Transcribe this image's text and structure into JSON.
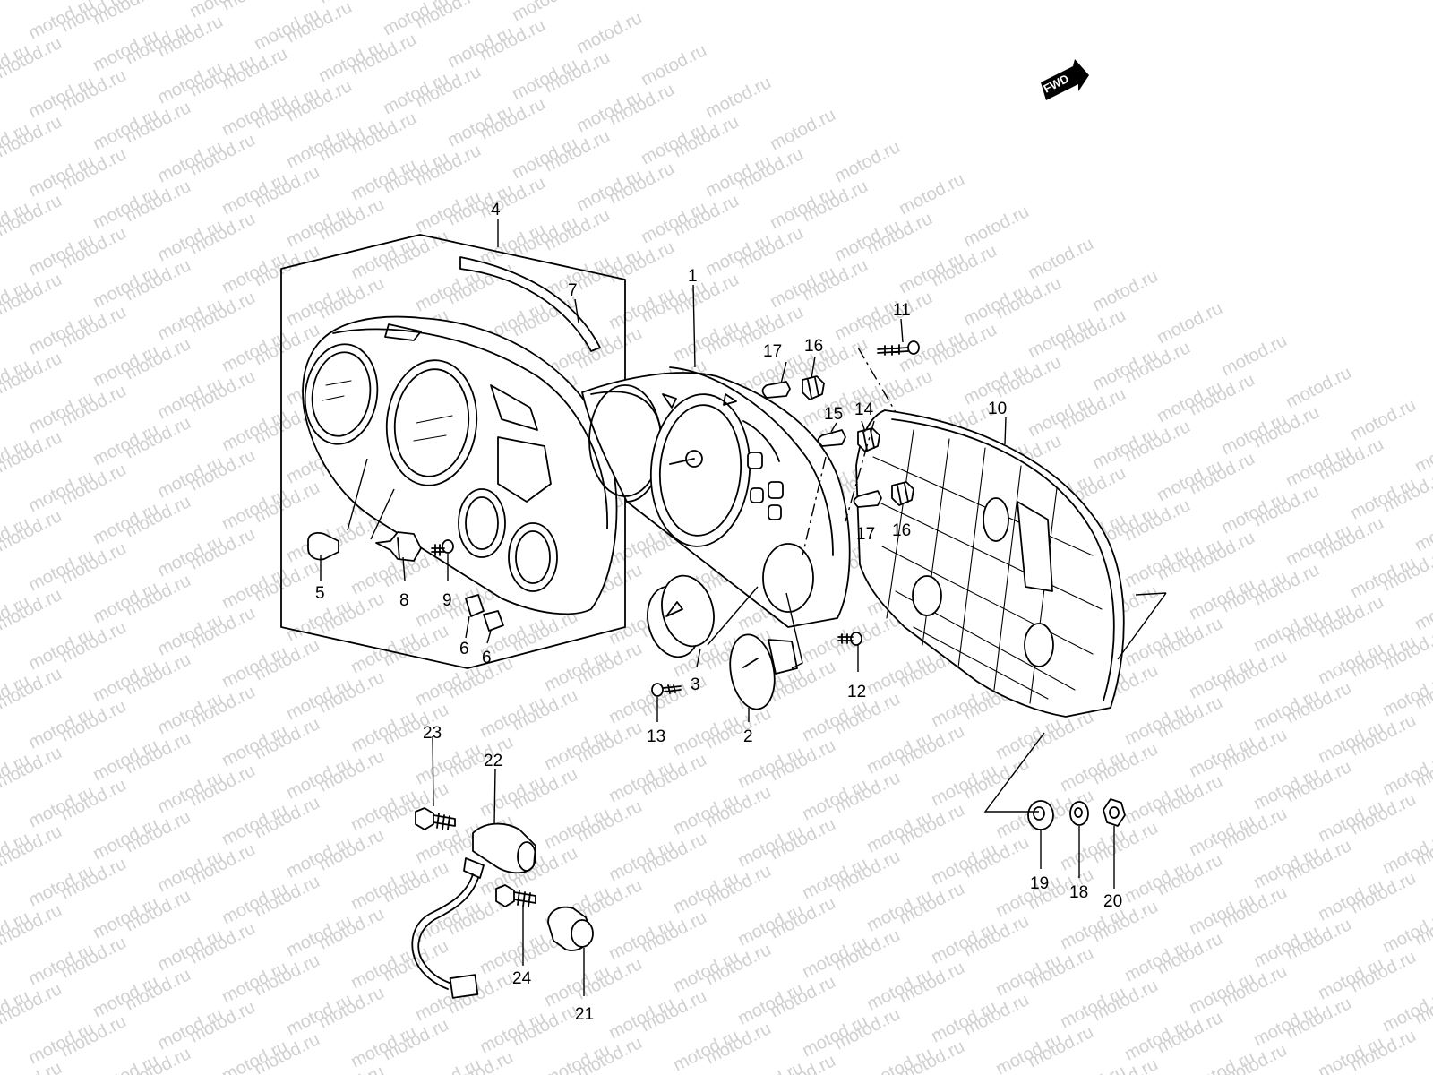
{
  "watermark": "motod.ru",
  "fwd_label": "FWD",
  "callouts": [
    "1",
    "2",
    "3",
    "4",
    "5",
    "6",
    "6",
    "7",
    "8",
    "9",
    "10",
    "11",
    "12",
    "13",
    "14",
    "15",
    "16",
    "16",
    "17",
    "17",
    "18",
    "19",
    "20",
    "21",
    "22",
    "23",
    "24"
  ],
  "colors": {
    "line": "#000000",
    "background": "#ffffff",
    "watermark": "#d0d0d0"
  }
}
